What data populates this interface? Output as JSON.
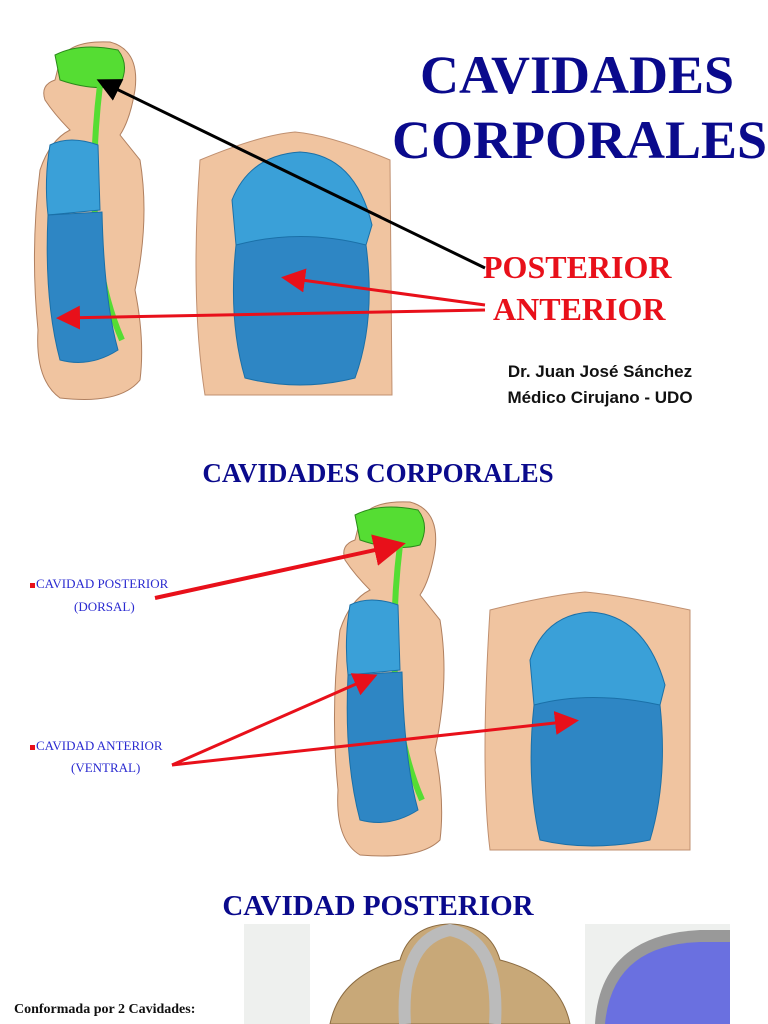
{
  "slide1": {
    "title_line1": "CAVIDADES",
    "title_line2": "CORPORALES",
    "label_posterior": "POSTERIOR",
    "label_anterior": "ANTERIOR",
    "author_name": "Dr. Juan José Sánchez",
    "author_title": "Médico Cirujano - UDO"
  },
  "slide2": {
    "title": "CAVIDADES CORPORALES",
    "posterior_label": "CAVIDAD POSTERIOR",
    "posterior_sub": "(DORSAL)",
    "anterior_label": "CAVIDAD ANTERIOR",
    "anterior_sub": "(VENTRAL)"
  },
  "slide3": {
    "title": "CAVIDAD POSTERIOR",
    "text": "Conformada por 2 Cavidades:"
  },
  "colors": {
    "title": "#0a0a8c",
    "accent_red": "#e8101a",
    "label_blue": "#2a2ad0",
    "cavity_blue": "#3aa0d8",
    "brain_green": "#55dd33"
  }
}
